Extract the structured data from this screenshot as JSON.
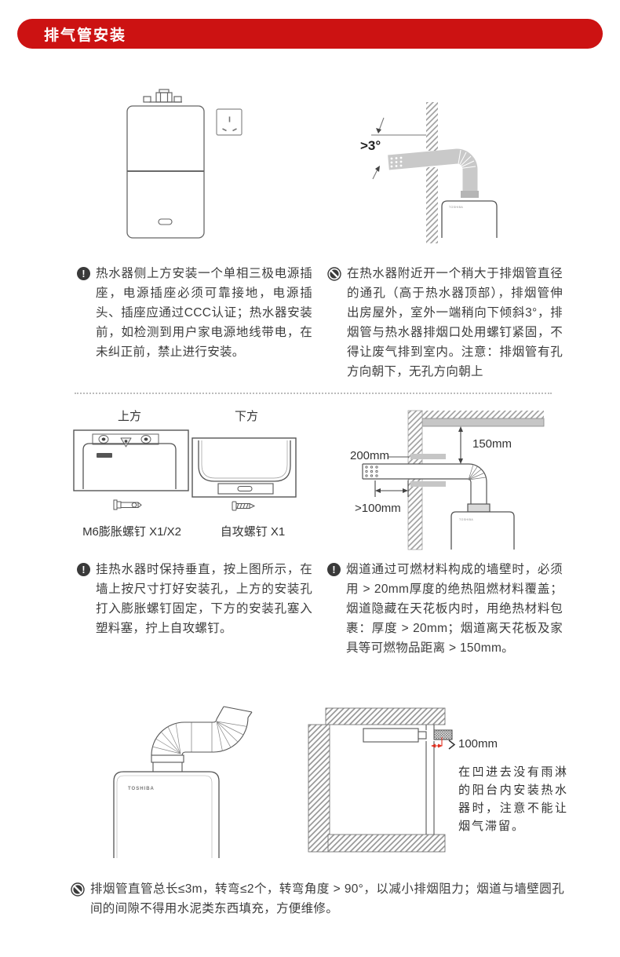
{
  "header": {
    "title": "排气管安装"
  },
  "icons": {
    "warning_glyph": "!"
  },
  "brand": "TOSHIBA",
  "colors": {
    "banner_red": "#cc1212",
    "dimension_red": "#e03222",
    "pipe_gray": "#c9c9c9"
  },
  "sections": {
    "power": {
      "note": "热水器侧上方安装一个单相三极电源插座，电源插座必须可靠接地，电源插头、插座应通过CCC认证；热水器安装前，如检测到用户家电源地线带电，在未纠正前，禁止进行安装。"
    },
    "flue": {
      "angle_label": ">3°",
      "note": "在热水器附近开一个稍大于排烟管直径的通孔（高于热水器顶部），排烟管伸出房屋外，室外一端稍向下倾斜3°，排烟管与热水器排烟口处用螺钉紧固，不得让废气排到室内。注意：排烟管有孔方向朝下，无孔方向朝上"
    },
    "mounting": {
      "upper_label": "上方",
      "lower_label": "下方",
      "expansion_screw_caption": "M6膨胀螺钉 X1/X2",
      "tapping_screw_caption": "自攻螺钉 X1",
      "note": "挂热水器时保持垂直，按上图所示，在墙上按尺寸打好安装孔，上方的安装孔打入膨胀螺钉固定，下方的安装孔塞入塑料塞，拧上自攻螺钉。"
    },
    "clearance": {
      "dim_ceiling": "150mm",
      "dim_cover": "200mm",
      "dim_wall": ">100mm",
      "note": "烟道通过可燃材料构成的墙壁时，必须用 > 20mm厚度的绝热阻燃材料覆盖；烟道隐藏在天花板内时，用绝热材料包裹：厚度 > 20mm；烟道离天花板及家具等可燃物品距离 > 150mm。"
    },
    "balcony": {
      "dim": "100mm",
      "note": "在凹进去没有雨淋的阳台内安装热水器时，注意不能让烟气滞留。"
    },
    "footer": {
      "note": "排烟管直管总长≤3m，转弯≤2个，转弯角度 > 90°，以减小排烟阻力；烟道与墙壁圆孔间的间隙不得用水泥类东西填充，方便维修。"
    }
  }
}
